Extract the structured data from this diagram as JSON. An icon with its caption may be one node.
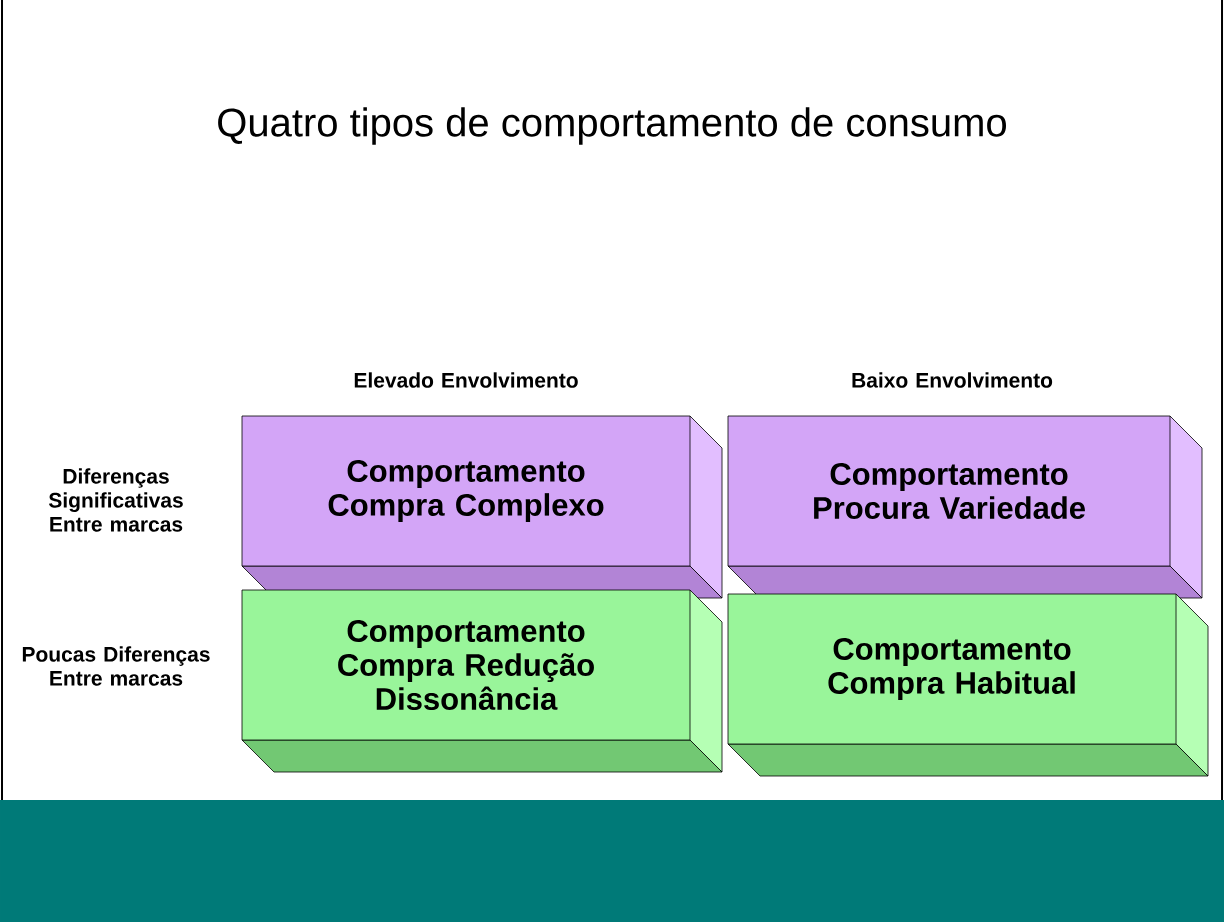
{
  "diagram": {
    "title": "Quatro tipos de comportamento de consumo",
    "nodes": [
      {
        "text": [
          "Comportamento Compra Complexo"
        ]
      },
      {
        "text": [
          "Comportamento Procura Variedade"
        ]
      },
      {
        "text": [
          "Comportamento Compra Redução Dissonância"
        ]
      },
      {
        "text": [
          "Comportamento Compra Habitual"
        ]
      }
    ],
    "labels": [
      "Elevado Envolvimento",
      "Baixo Envolvimento",
      "Diferenças Significativas Entre marcas",
      "Poucas Diferenças Entre marcas"
    ]
  }
}
